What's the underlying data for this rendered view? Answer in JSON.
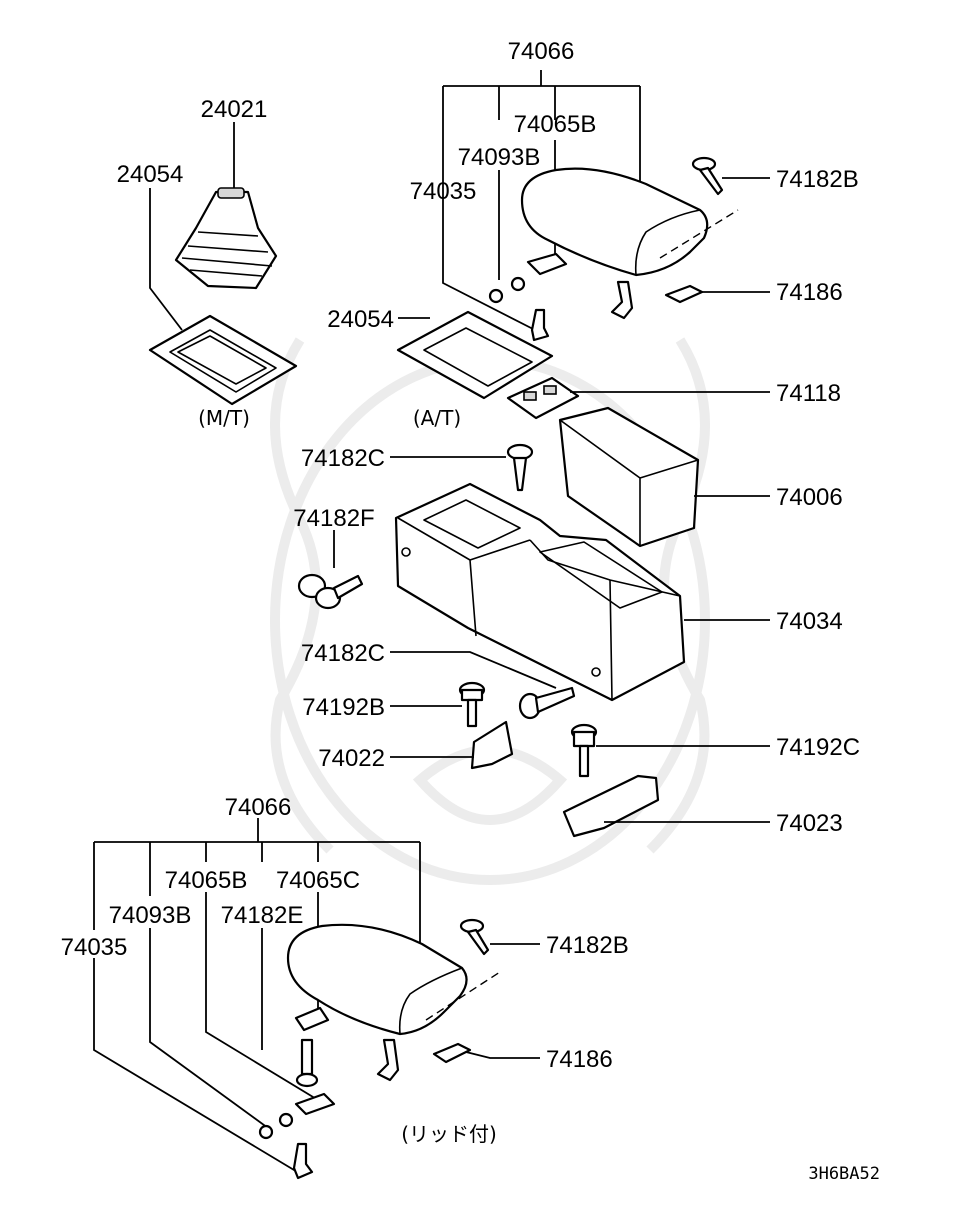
{
  "labels": {
    "top_74066": "74066",
    "top_74065B": "74065B",
    "top_74093B": "74093B",
    "top_74035": "74035",
    "top_74182B": "74182B",
    "top_74186": "74186",
    "l_24021": "24021",
    "l_24054_mt": "24054",
    "l_24054_at": "24054",
    "mt_note": "(M/T)",
    "at_note": "(A/T)",
    "l_74118": "74118",
    "l_74182C_upper": "74182C",
    "l_74006": "74006",
    "l_74182F": "74182F",
    "l_74034": "74034",
    "l_74182C_lower": "74182C",
    "l_74192B": "74192B",
    "l_74022": "74022",
    "l_74192C": "74192C",
    "l_74023": "74023",
    "bot_74066": "74066",
    "bot_74065B": "74065B",
    "bot_74065C": "74065C",
    "bot_74093B": "74093B",
    "bot_74182E": "74182E",
    "bot_74035": "74035",
    "bot_74182B": "74182B",
    "bot_74186": "74186",
    "lid_note": "(リッド付)",
    "diagram_code": "3H6BA52"
  }
}
